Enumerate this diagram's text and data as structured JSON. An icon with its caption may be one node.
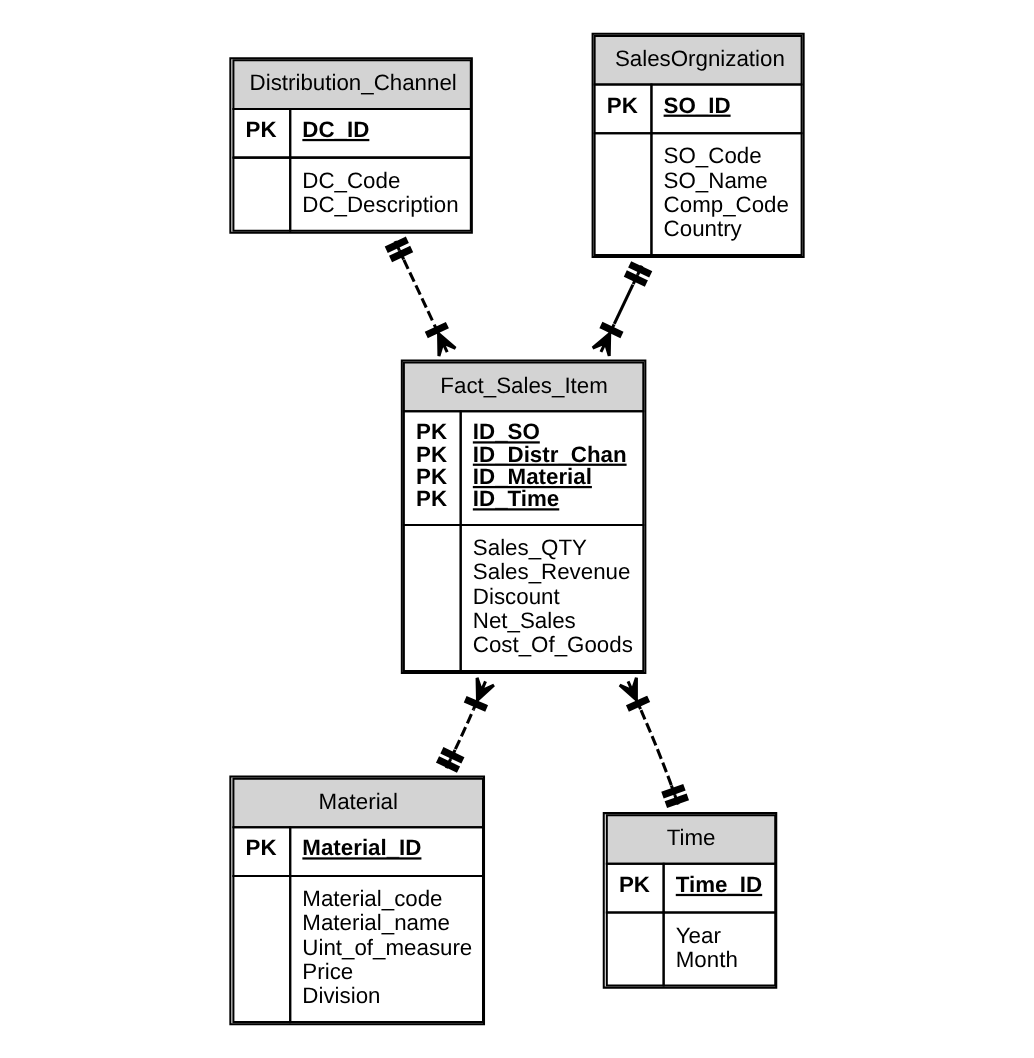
{
  "diagram": {
    "nodes": [
      {
        "text": [
          "Distribution_Channel",
          "PK",
          "DC_ID",
          "DC_Code",
          "DC_Description"
        ]
      },
      {
        "text": [
          "SalesOrgnization",
          "PK",
          "SO_ID",
          "SO_Code",
          "SO_Name",
          "Comp_Code",
          "Country"
        ]
      },
      {
        "text": [
          "Fact_Sales_Item",
          "PK",
          "ID_SO",
          "PK",
          "ID_Distr_Chan",
          "PK",
          "ID_Material",
          "PK",
          "ID_Time",
          "Sales_QTY",
          "Sales_Revenue",
          "Discount",
          "Net_Sales",
          "Cost_Of_Goods"
        ]
      },
      {
        "text": [
          "Material",
          "PK",
          "Material_ID",
          "Material_code",
          "Material_name",
          "Uint_of_measure",
          "Price",
          "Division"
        ]
      },
      {
        "text": [
          "Time",
          "PK",
          "Time_ID",
          "Year",
          "Month"
        ]
      }
    ],
    "edges": [
      {
        "from": 1,
        "to": 2,
        "arrow": "other"
      },
      {
        "from": 0,
        "to": 2,
        "arrow": "other",
        "style": "dashed"
      },
      {
        "from": 3,
        "to": 2,
        "arrow": "other",
        "style": "dashed"
      },
      {
        "from": 4,
        "to": 2,
        "arrow": "other",
        "style": "dashed"
      }
    ]
  }
}
